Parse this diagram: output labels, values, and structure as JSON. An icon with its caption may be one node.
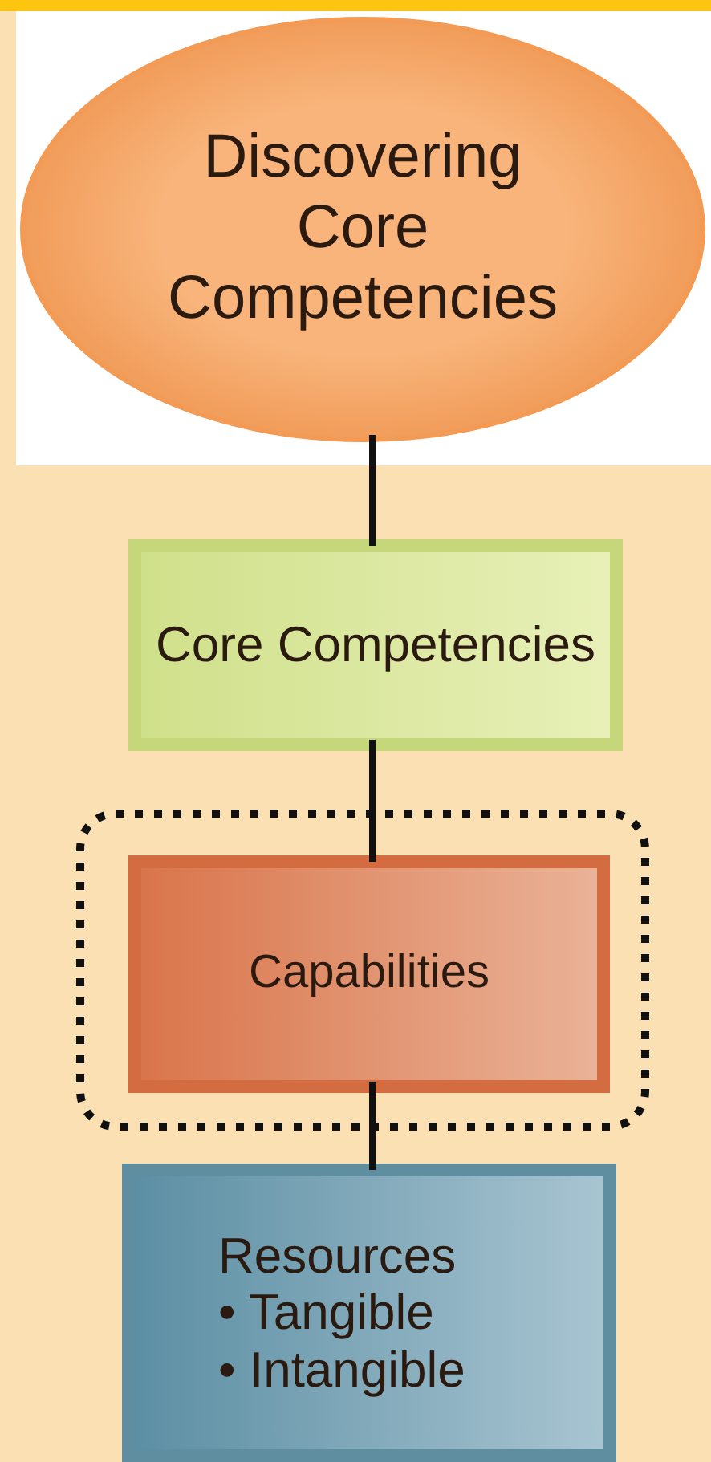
{
  "diagram": {
    "nodes": [
      {
        "text": [
          "Discovering Core Competencies"
        ]
      },
      {
        "text": [
          "Core Competencies"
        ]
      },
      {
        "text": [
          "Capabilities"
        ]
      },
      {
        "text": [
          "Resources",
          "• Tangible",
          "• Intangible"
        ]
      }
    ],
    "edges": [
      {
        "from": 0,
        "to": 1,
        "arrow": "none"
      },
      {
        "from": 1,
        "to": 2,
        "arrow": "none"
      },
      {
        "from": 2,
        "to": 3,
        "arrow": "none"
      }
    ]
  }
}
